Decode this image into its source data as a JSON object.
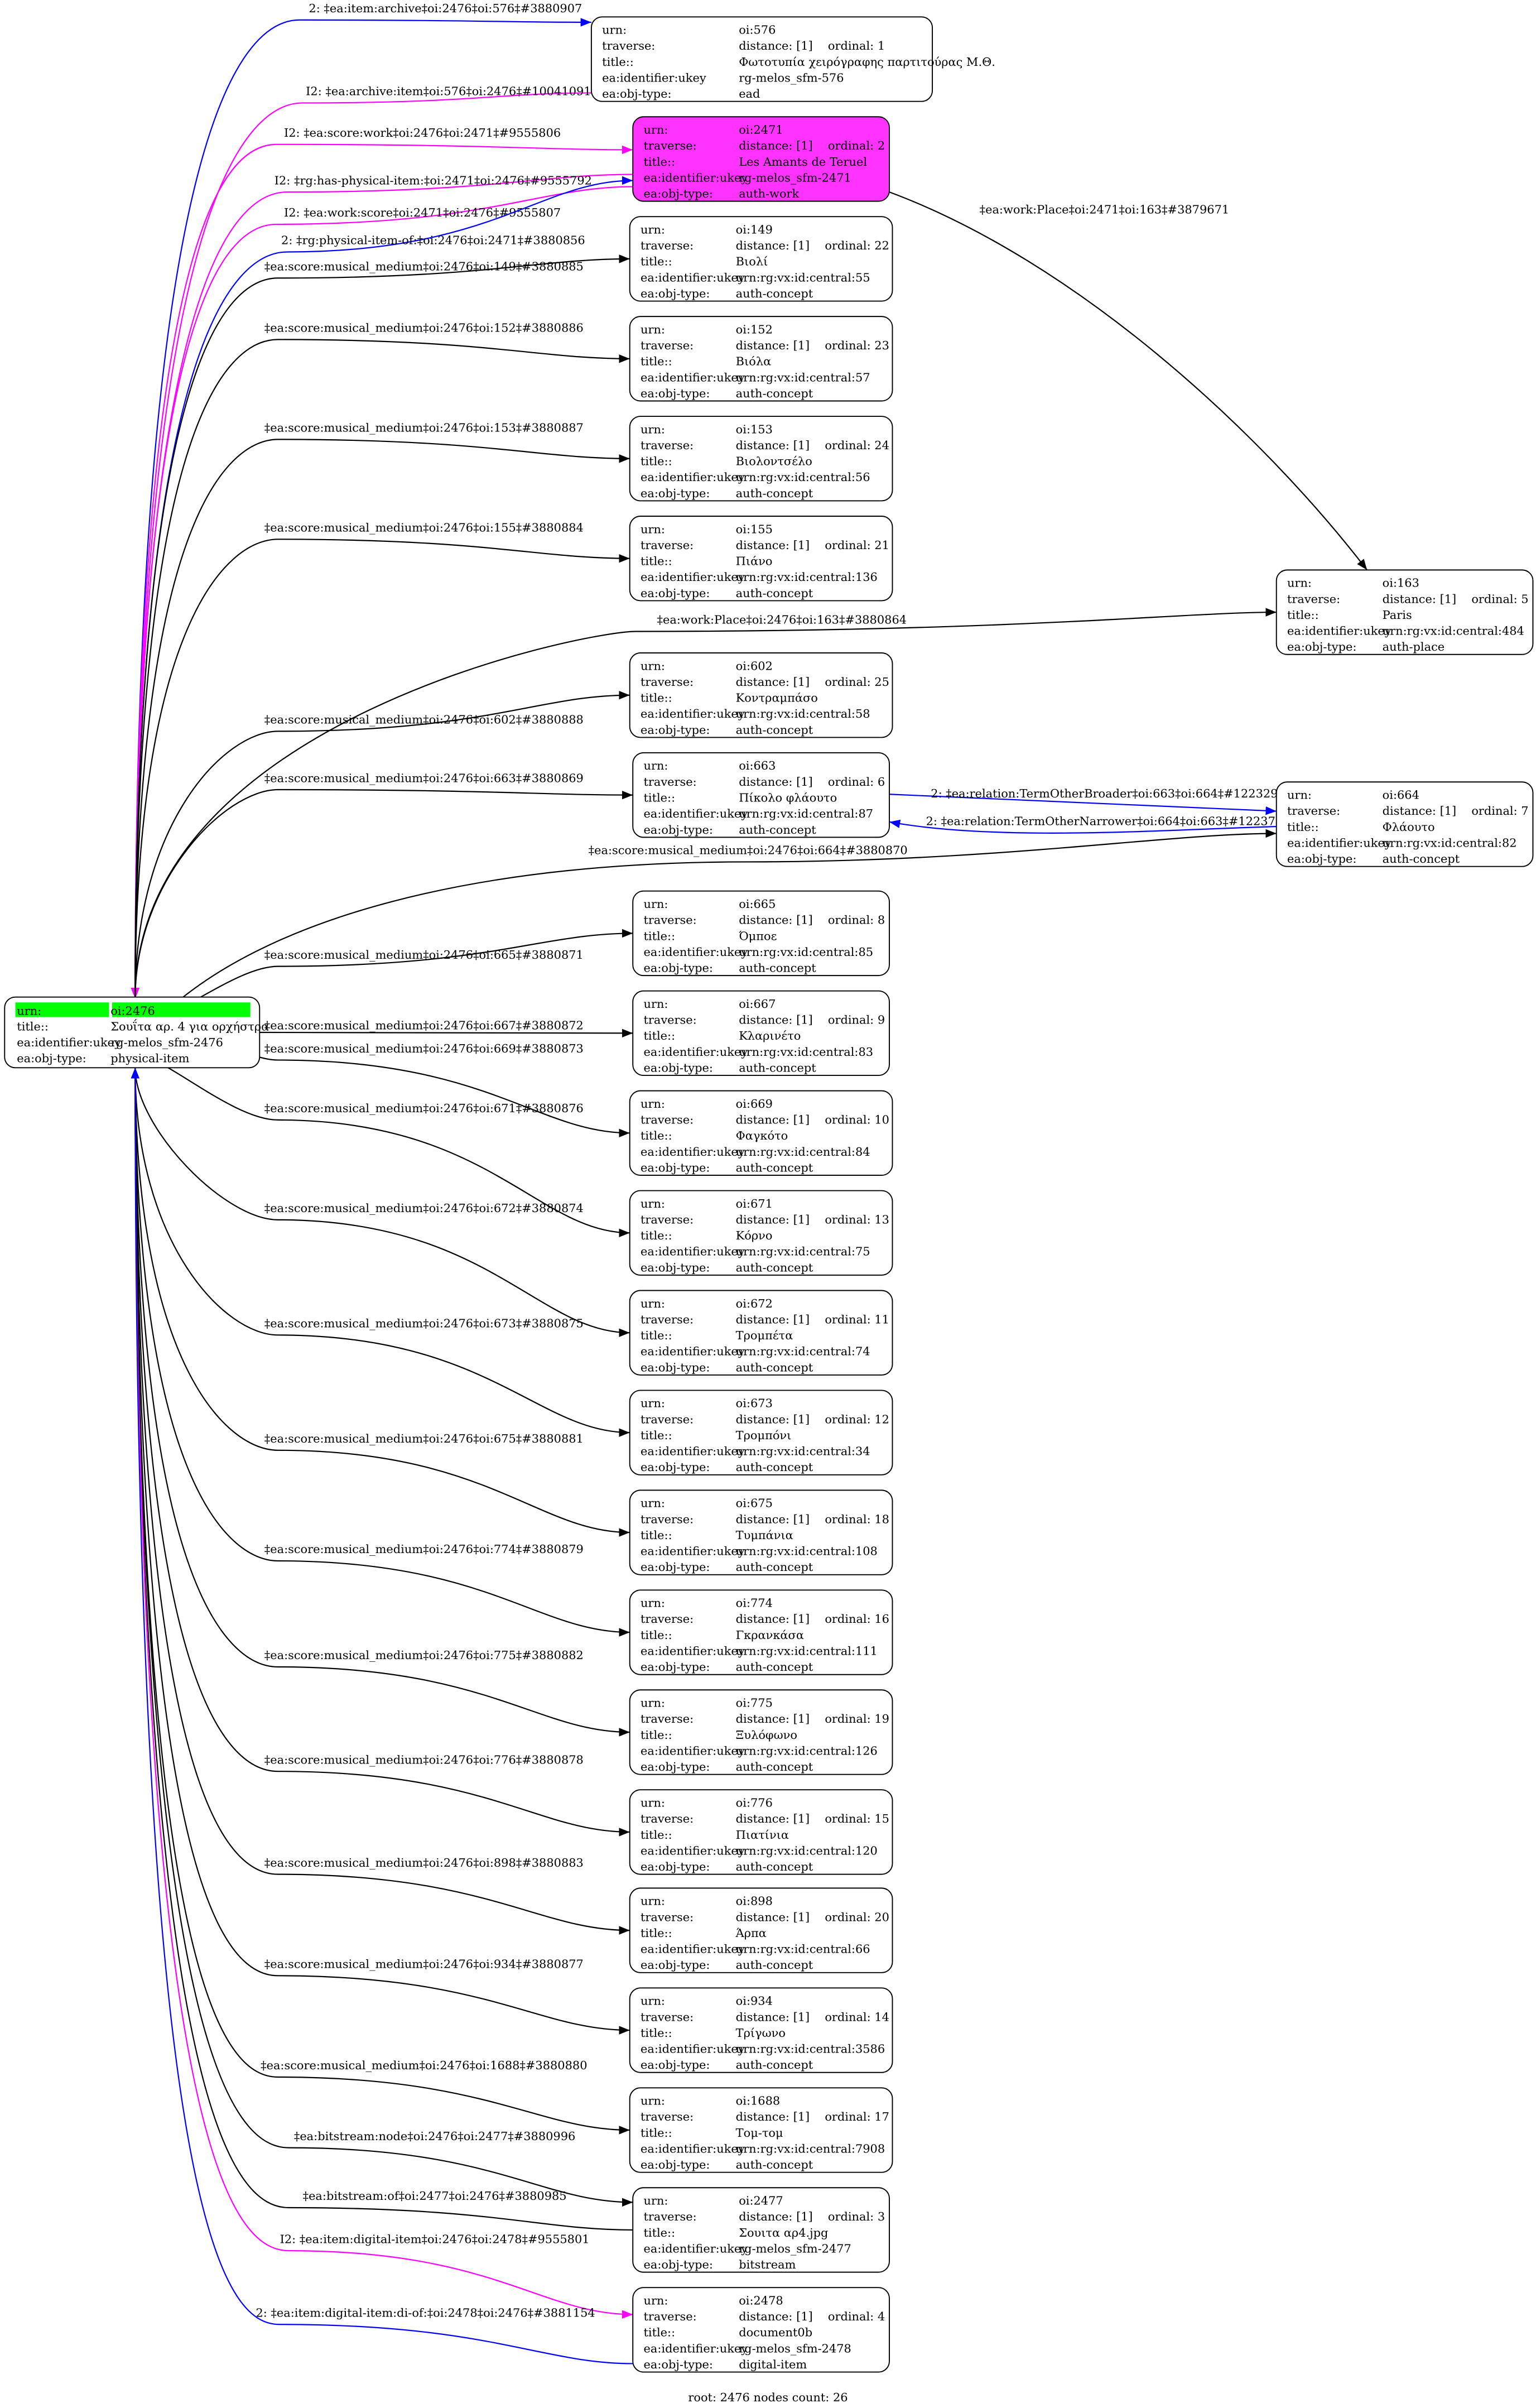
{
  "footer": "root: 2476 nodes count: 26",
  "colors": {
    "blue": "#0000ff",
    "magenta": "#ff00ff",
    "black": "#000000",
    "root_highlight": "#00ff00",
    "work_fill": "#ff33ff"
  },
  "field_labels": {
    "urn": "urn:",
    "traverse": "traverse:",
    "title": "title::",
    "ukey": "ea:identifier:ukey",
    "type": "ea:obj-type:"
  },
  "root": {
    "urn": "oi:2476",
    "title": "Σουΐτα αρ. 4 για ορχήστρα",
    "ukey": "rg-melos_sfm-2476",
    "type": "physical-item"
  },
  "nodes": [
    {
      "id": "576",
      "urn": "oi:576",
      "distance": "distance: [1]",
      "ordinal": "ordinal: 1",
      "title": "Φωτοτυπία χειρόγραφης παρτιτούρας Μ.Θ.",
      "ukey": "rg-melos_sfm-576",
      "type": "ead"
    },
    {
      "id": "2471",
      "urn": "oi:2471",
      "distance": "distance: [1]",
      "ordinal": "ordinal: 2",
      "title": "Les Amants de Teruel",
      "ukey": "rg-melos_sfm-2471",
      "type": "auth-work",
      "fill": "#ff33ff"
    },
    {
      "id": "149",
      "urn": "oi:149",
      "distance": "distance: [1]",
      "ordinal": "ordinal: 22",
      "title": "Βιολί",
      "ukey": "urn:rg:vx:id:central:55",
      "type": "auth-concept"
    },
    {
      "id": "152",
      "urn": "oi:152",
      "distance": "distance: [1]",
      "ordinal": "ordinal: 23",
      "title": "Βιόλα",
      "ukey": "urn:rg:vx:id:central:57",
      "type": "auth-concept"
    },
    {
      "id": "153",
      "urn": "oi:153",
      "distance": "distance: [1]",
      "ordinal": "ordinal: 24",
      "title": "Βιολοντσέλο",
      "ukey": "urn:rg:vx:id:central:56",
      "type": "auth-concept"
    },
    {
      "id": "155",
      "urn": "oi:155",
      "distance": "distance: [1]",
      "ordinal": "ordinal: 21",
      "title": "Πιάνο",
      "ukey": "urn:rg:vx:id:central:136",
      "type": "auth-concept"
    },
    {
      "id": "163",
      "urn": "oi:163",
      "distance": "distance: [1]",
      "ordinal": "ordinal: 5",
      "title": "Paris",
      "ukey": "urn:rg:vx:id:central:484",
      "type": "auth-place"
    },
    {
      "id": "602",
      "urn": "oi:602",
      "distance": "distance: [1]",
      "ordinal": "ordinal: 25",
      "title": "Κοντραμπάσο",
      "ukey": "urn:rg:vx:id:central:58",
      "type": "auth-concept"
    },
    {
      "id": "663",
      "urn": "oi:663",
      "distance": "distance: [1]",
      "ordinal": "ordinal: 6",
      "title": "Πίκολο φλάουτο",
      "ukey": "urn:rg:vx:id:central:87",
      "type": "auth-concept"
    },
    {
      "id": "664",
      "urn": "oi:664",
      "distance": "distance: [1]",
      "ordinal": "ordinal: 7",
      "title": "Φλάουτο",
      "ukey": "urn:rg:vx:id:central:82",
      "type": "auth-concept"
    },
    {
      "id": "665",
      "urn": "oi:665",
      "distance": "distance: [1]",
      "ordinal": "ordinal: 8",
      "title": "Όμποε",
      "ukey": "urn:rg:vx:id:central:85",
      "type": "auth-concept"
    },
    {
      "id": "667",
      "urn": "oi:667",
      "distance": "distance: [1]",
      "ordinal": "ordinal: 9",
      "title": "Κλαρινέτο",
      "ukey": "urn:rg:vx:id:central:83",
      "type": "auth-concept"
    },
    {
      "id": "669",
      "urn": "oi:669",
      "distance": "distance: [1]",
      "ordinal": "ordinal: 10",
      "title": "Φαγκότο",
      "ukey": "urn:rg:vx:id:central:84",
      "type": "auth-concept"
    },
    {
      "id": "671",
      "urn": "oi:671",
      "distance": "distance: [1]",
      "ordinal": "ordinal: 13",
      "title": "Κόρνο",
      "ukey": "urn:rg:vx:id:central:75",
      "type": "auth-concept"
    },
    {
      "id": "672",
      "urn": "oi:672",
      "distance": "distance: [1]",
      "ordinal": "ordinal: 11",
      "title": "Τρομπέτα",
      "ukey": "urn:rg:vx:id:central:74",
      "type": "auth-concept"
    },
    {
      "id": "673",
      "urn": "oi:673",
      "distance": "distance: [1]",
      "ordinal": "ordinal: 12",
      "title": "Τρομπόνι",
      "ukey": "urn:rg:vx:id:central:34",
      "type": "auth-concept"
    },
    {
      "id": "675",
      "urn": "oi:675",
      "distance": "distance: [1]",
      "ordinal": "ordinal: 18",
      "title": "Τυμπάνια",
      "ukey": "urn:rg:vx:id:central:108",
      "type": "auth-concept"
    },
    {
      "id": "774",
      "urn": "oi:774",
      "distance": "distance: [1]",
      "ordinal": "ordinal: 16",
      "title": "Γκρανκάσα",
      "ukey": "urn:rg:vx:id:central:111",
      "type": "auth-concept"
    },
    {
      "id": "775",
      "urn": "oi:775",
      "distance": "distance: [1]",
      "ordinal": "ordinal: 19",
      "title": "Ξυλόφωνο",
      "ukey": "urn:rg:vx:id:central:126",
      "type": "auth-concept"
    },
    {
      "id": "776",
      "urn": "oi:776",
      "distance": "distance: [1]",
      "ordinal": "ordinal: 15",
      "title": "Πιατίνια",
      "ukey": "urn:rg:vx:id:central:120",
      "type": "auth-concept"
    },
    {
      "id": "898",
      "urn": "oi:898",
      "distance": "distance: [1]",
      "ordinal": "ordinal: 20",
      "title": "Άρπα",
      "ukey": "urn:rg:vx:id:central:66",
      "type": "auth-concept"
    },
    {
      "id": "934",
      "urn": "oi:934",
      "distance": "distance: [1]",
      "ordinal": "ordinal: 14",
      "title": "Τρίγωνο",
      "ukey": "urn:rg:vx:id:central:3586",
      "type": "auth-concept"
    },
    {
      "id": "1688",
      "urn": "oi:1688",
      "distance": "distance: [1]",
      "ordinal": "ordinal: 17",
      "title": "Τομ-τομ",
      "ukey": "urn:rg:vx:id:central:7908",
      "type": "auth-concept"
    },
    {
      "id": "2477",
      "urn": "oi:2477",
      "distance": "distance: [1]",
      "ordinal": "ordinal: 3",
      "title": "Σουιτα αρ4.jpg",
      "ukey": "rg-melos_sfm-2477",
      "type": "bitstream"
    },
    {
      "id": "2478",
      "urn": "oi:2478",
      "distance": "distance: [1]",
      "ordinal": "ordinal: 4",
      "title": "document0b",
      "ukey": "rg-melos_sfm-2478",
      "type": "digital-item"
    }
  ],
  "edges": [
    {
      "from": "2476",
      "to": "576",
      "color": "#0000ff",
      "label": "2: ‡ea:item:archive‡oi:2476‡oi:576‡#3880907"
    },
    {
      "from": "576",
      "to": "2476",
      "color": "#ff00ff",
      "label": "I2: ‡ea:archive:item‡oi:576‡oi:2476‡#10041091"
    },
    {
      "from": "2476",
      "to": "2471",
      "color": "#ff00ff",
      "label": "I2: ‡ea:score:work‡oi:2476‡oi:2471‡#9555806"
    },
    {
      "from": "2471",
      "to": "2476",
      "color": "#ff00ff",
      "label": "I2: ‡rg:has-physical-item:‡oi:2471‡oi:2476‡#9555792"
    },
    {
      "from": "2471",
      "to": "2476",
      "color": "#ff00ff",
      "label": "I2: ‡ea:work:score‡oi:2471‡oi:2476‡#9555807"
    },
    {
      "from": "2476",
      "to": "2471",
      "color": "#0000ff",
      "label": "2: ‡rg:physical-item-of:‡oi:2476‡oi:2471‡#3880856"
    },
    {
      "from": "2471",
      "to": "163",
      "color": "#000000",
      "label": "‡ea:work:Place‡oi:2471‡oi:163‡#3879671"
    },
    {
      "from": "2476",
      "to": "149",
      "color": "#000000",
      "label": "‡ea:score:musical_medium‡oi:2476‡oi:149‡#3880885"
    },
    {
      "from": "2476",
      "to": "152",
      "color": "#000000",
      "label": "‡ea:score:musical_medium‡oi:2476‡oi:152‡#3880886"
    },
    {
      "from": "2476",
      "to": "153",
      "color": "#000000",
      "label": "‡ea:score:musical_medium‡oi:2476‡oi:153‡#3880887"
    },
    {
      "from": "2476",
      "to": "155",
      "color": "#000000",
      "label": "‡ea:score:musical_medium‡oi:2476‡oi:155‡#3880884"
    },
    {
      "from": "2476",
      "to": "163",
      "color": "#000000",
      "label": "‡ea:work:Place‡oi:2476‡oi:163‡#3880864"
    },
    {
      "from": "2476",
      "to": "602",
      "color": "#000000",
      "label": "‡ea:score:musical_medium‡oi:2476‡oi:602‡#3880888"
    },
    {
      "from": "2476",
      "to": "663",
      "color": "#000000",
      "label": "‡ea:score:musical_medium‡oi:2476‡oi:663‡#3880869"
    },
    {
      "from": "663",
      "to": "664",
      "color": "#0000ff",
      "label": "2: ‡ea:relation:TermOtherBroader‡oi:663‡oi:664‡#122329"
    },
    {
      "from": "664",
      "to": "663",
      "color": "#0000ff",
      "label": "2: ‡ea:relation:TermOtherNarrower‡oi:664‡oi:663‡#122372"
    },
    {
      "from": "2476",
      "to": "664",
      "color": "#000000",
      "label": "‡ea:score:musical_medium‡oi:2476‡oi:664‡#3880870"
    },
    {
      "from": "2476",
      "to": "665",
      "color": "#000000",
      "label": "‡ea:score:musical_medium‡oi:2476‡oi:665‡#3880871"
    },
    {
      "from": "2476",
      "to": "667",
      "color": "#000000",
      "label": "‡ea:score:musical_medium‡oi:2476‡oi:667‡#3880872"
    },
    {
      "from": "2476",
      "to": "669",
      "color": "#000000",
      "label": "‡ea:score:musical_medium‡oi:2476‡oi:669‡#3880873"
    },
    {
      "from": "2476",
      "to": "671",
      "color": "#000000",
      "label": "‡ea:score:musical_medium‡oi:2476‡oi:671‡#3880876"
    },
    {
      "from": "2476",
      "to": "672",
      "color": "#000000",
      "label": "‡ea:score:musical_medium‡oi:2476‡oi:672‡#3880874"
    },
    {
      "from": "2476",
      "to": "673",
      "color": "#000000",
      "label": "‡ea:score:musical_medium‡oi:2476‡oi:673‡#3880875"
    },
    {
      "from": "2476",
      "to": "675",
      "color": "#000000",
      "label": "‡ea:score:musical_medium‡oi:2476‡oi:675‡#3880881"
    },
    {
      "from": "2476",
      "to": "774",
      "color": "#000000",
      "label": "‡ea:score:musical_medium‡oi:2476‡oi:774‡#3880879"
    },
    {
      "from": "2476",
      "to": "775",
      "color": "#000000",
      "label": "‡ea:score:musical_medium‡oi:2476‡oi:775‡#3880882"
    },
    {
      "from": "2476",
      "to": "776",
      "color": "#000000",
      "label": "‡ea:score:musical_medium‡oi:2476‡oi:776‡#3880878"
    },
    {
      "from": "2476",
      "to": "898",
      "color": "#000000",
      "label": "‡ea:score:musical_medium‡oi:2476‡oi:898‡#3880883"
    },
    {
      "from": "2476",
      "to": "934",
      "color": "#000000",
      "label": "‡ea:score:musical_medium‡oi:2476‡oi:934‡#3880877"
    },
    {
      "from": "2476",
      "to": "1688",
      "color": "#000000",
      "label": "‡ea:score:musical_medium‡oi:2476‡oi:1688‡#3880880"
    },
    {
      "from": "2476",
      "to": "2477",
      "color": "#000000",
      "label": "‡ea:bitstream:node‡oi:2476‡oi:2477‡#3880996"
    },
    {
      "from": "2477",
      "to": "2476",
      "color": "#000000",
      "label": "‡ea:bitstream:of‡oi:2477‡oi:2476‡#3880985"
    },
    {
      "from": "2476",
      "to": "2478",
      "color": "#ff00ff",
      "label": "I2: ‡ea:item:digital-item‡oi:2476‡oi:2478‡#9555801"
    },
    {
      "from": "2478",
      "to": "2476",
      "color": "#0000ff",
      "label": "2: ‡ea:item:digital-item:di-of:‡oi:2478‡oi:2476‡#3881154"
    }
  ]
}
